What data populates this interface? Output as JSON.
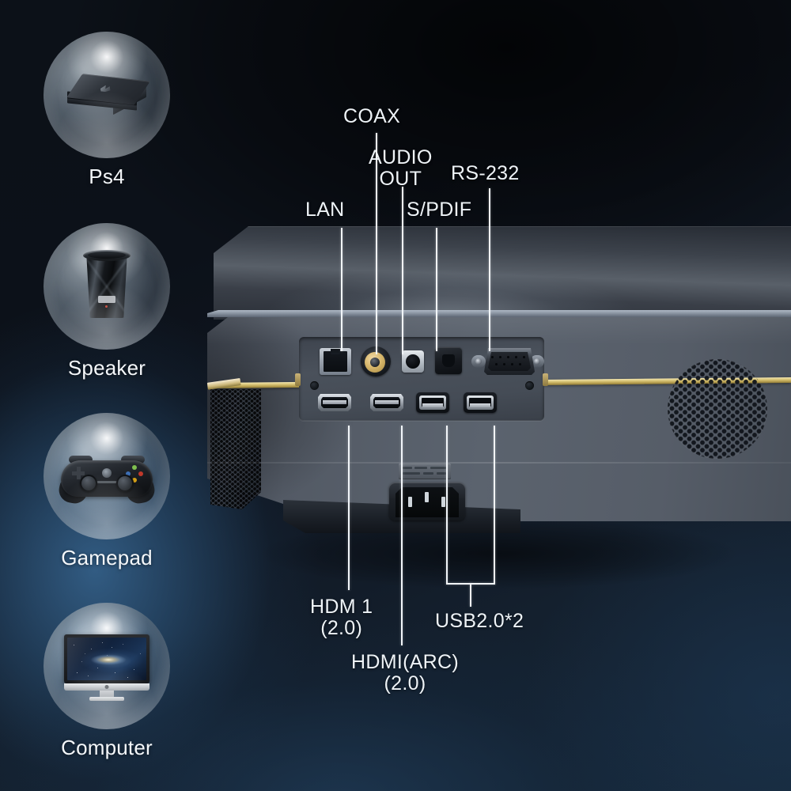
{
  "theme": {
    "bg_dark": "#0c1118",
    "bg_blue_glow": "#386894",
    "label_color": "#eef3f7",
    "leader_line_color": "#f2f6fa",
    "gold_trim": "#d9c577",
    "body_gray": "#565d68"
  },
  "sidebar": {
    "items": [
      {
        "label": "Ps4",
        "icon": "playstation-console-icon"
      },
      {
        "label": "Speaker",
        "icon": "jbl-speaker-icon"
      },
      {
        "label": "Gamepad",
        "icon": "game-controller-icon"
      },
      {
        "label": "Computer",
        "icon": "imac-desktop-icon"
      }
    ]
  },
  "device": {
    "name": "projector-rear-panel",
    "lock_icon": "padlock-icon",
    "kensington_slot": "kensington-lock-slot",
    "speaker_grille_right": "circular-speaker-grille",
    "speaker_grille_left": "honeycomb-mesh-grille",
    "power_inlet": "iec-c14-power-inlet"
  },
  "callouts": {
    "top": [
      {
        "id": "coax",
        "label": "COAX",
        "port": "coaxial-digital-audio-port"
      },
      {
        "id": "audio_out",
        "label": "AUDIO\nOUT",
        "port": "analog-audio-out-jack"
      },
      {
        "id": "rs232",
        "label": "RS-232",
        "port": "rs232-db9-serial-port"
      },
      {
        "id": "lan",
        "label": "LAN",
        "port": "ethernet-rj45-port"
      },
      {
        "id": "spdif",
        "label": "S/PDIF",
        "port": "optical-spdif-port"
      }
    ],
    "bottom": [
      {
        "id": "hdmi1",
        "label": "HDM 1\n(2.0)",
        "port": "hdmi-1-port"
      },
      {
        "id": "hdmi2",
        "label": "HDMI(ARC)\n(2.0)",
        "port": "hdmi-arc-port"
      },
      {
        "id": "usb",
        "label": "USB2.0*2",
        "port": "usb-2-0-ports"
      }
    ]
  }
}
